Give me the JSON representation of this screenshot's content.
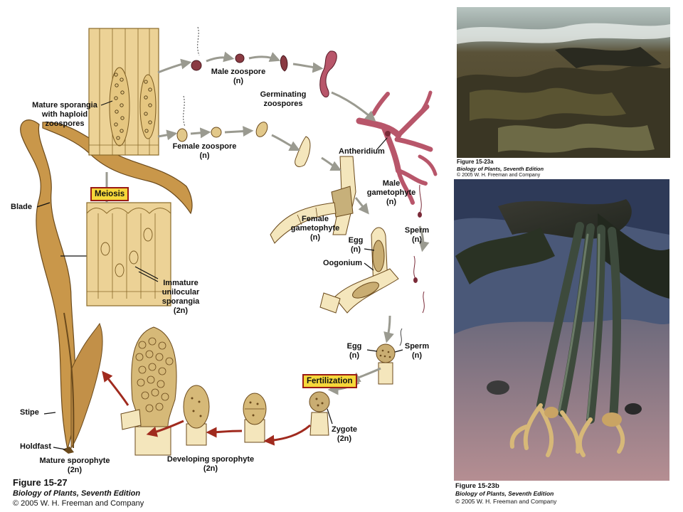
{
  "labels": {
    "mature_sporangia": "Mature sporangia\nwith haploid\nzoospores",
    "male_zoospore": "Male zoospore\n(n)",
    "germinating_zoospores": "Germinating\nzoospores",
    "female_zoospore": "Female zoospore\n(n)",
    "antheridium": "Antheridium",
    "male_gametophyte": "Male\ngametophyte\n(n)",
    "meiosis": "Meiosis",
    "blade": "Blade",
    "female_gametophyte": "Female\ngametophyte\n(n)",
    "egg_upper": "Egg\n(n)",
    "oogonium": "Oogonium",
    "sperm_upper": "Sperm\n(n)",
    "immature_sporangia": "Immature\nunilocular\nsporangia\n(2n)",
    "egg_lower": "Egg\n(n)",
    "sperm_lower": "Sperm\n(n)",
    "fertilization": "Fertilization",
    "zygote": "Zygote\n(2n)",
    "stipe": "Stipe",
    "holdfast": "Holdfast",
    "mature_sporophyte": "Mature sporophyte\n(2n)",
    "developing_sporophyte": "Developing sporophyte\n(2n)"
  },
  "captions": {
    "main": {
      "title": "Figure 15-27",
      "book": "Biology of Plants, Seventh Edition",
      "copyright": "© 2005 W. H. Freeman and Company"
    },
    "photo_a": {
      "title": "Figure 15-23a",
      "book": "Biology of Plants, Seventh Edition",
      "copyright": "© 2005 W. H. Freeman and Company"
    },
    "photo_b": {
      "title": "Figure 15-23b",
      "book": "Biology of Plants, Seventh Edition",
      "copyright": "© 2005 W. H. Freeman and Company"
    }
  },
  "colors": {
    "tissue_fill": "#ecd296",
    "tissue_stroke": "#8a6a2a",
    "gametophyte_male": "#b8566a",
    "gametophyte_female": "#f4e6bc",
    "arrow_gray": "#9a9a90",
    "arrow_red": "#a02a1e",
    "highlight_box": "#f6d83a"
  }
}
